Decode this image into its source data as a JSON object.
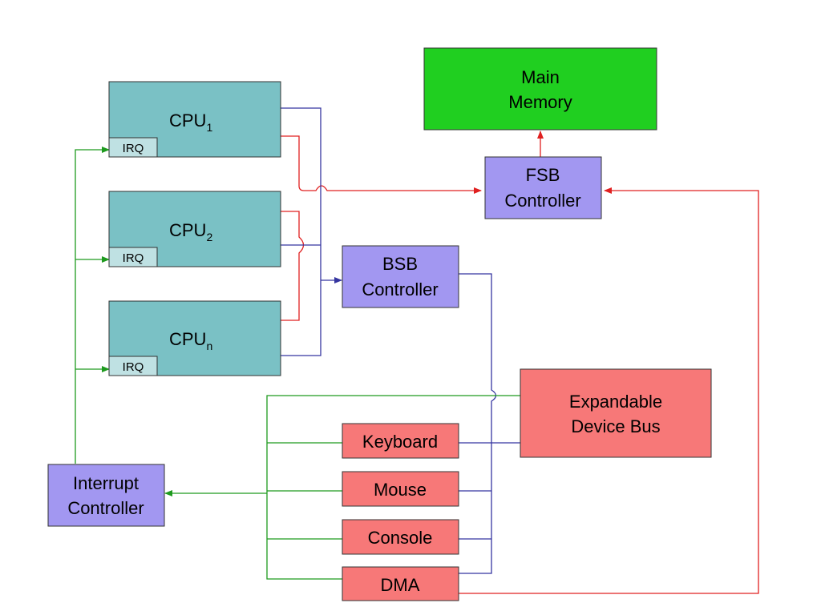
{
  "colors": {
    "cpu_fill": "#7ac1c5",
    "irq_fill": "#bfe1e3",
    "controller_fill": "#a297f1",
    "memory_fill": "#20cf20",
    "device_fill": "#f77878",
    "red_wire": "#e02020",
    "blue_wire": "#3535a0",
    "green_wire": "#1e9a1e"
  },
  "cpus": [
    {
      "label": "CPU",
      "sub": "1",
      "irq": "IRQ"
    },
    {
      "label": "CPU",
      "sub": "2",
      "irq": "IRQ"
    },
    {
      "label": "CPU",
      "sub": "n",
      "irq": "IRQ"
    }
  ],
  "main_memory": {
    "line1": "Main",
    "line2": "Memory"
  },
  "fsb_controller": {
    "line1": "FSB",
    "line2": "Controller"
  },
  "bsb_controller": {
    "line1": "BSB",
    "line2": "Controller"
  },
  "expandable_bus": {
    "line1": "Expandable",
    "line2": "Device Bus"
  },
  "interrupt_controller": {
    "line1": "Interrupt",
    "line2": "Controller"
  },
  "devices": [
    {
      "label": "Keyboard"
    },
    {
      "label": "Mouse"
    },
    {
      "label": "Console"
    },
    {
      "label": "DMA"
    }
  ]
}
